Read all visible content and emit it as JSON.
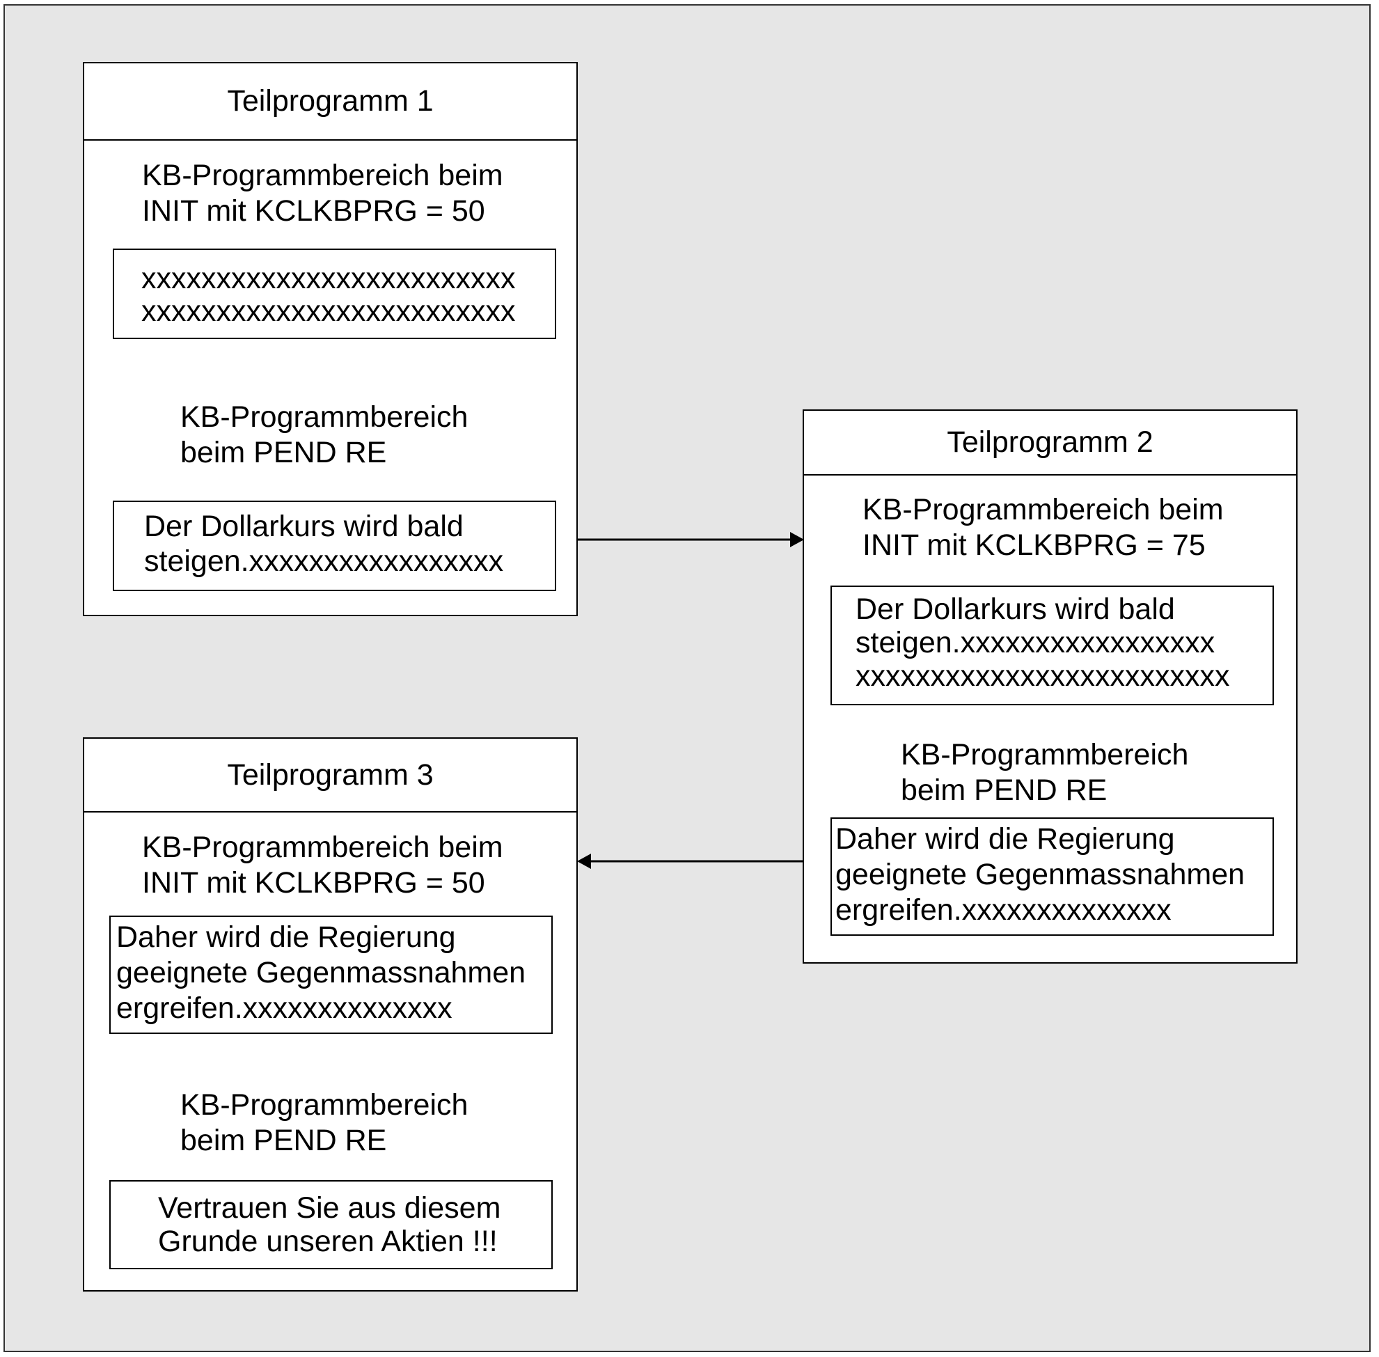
{
  "diagram": {
    "programs": [
      {
        "title": "Teilprogramm 1",
        "init_label": "KB-Programmbereich beim\nINIT mit KCLKBPRG = 50",
        "init_content": "xxxxxxxxxxxxxxxxxxxxxxxxx\nxxxxxxxxxxxxxxxxxxxxxxxxx",
        "pend_label": "KB-Programmbereich\nbeim PEND RE",
        "pend_content": "Der Dollarkurs wird bald\nsteigen.xxxxxxxxxxxxxxxxx"
      },
      {
        "title": "Teilprogramm 2",
        "init_label": "KB-Programmbereich beim\nINIT mit KCLKBPRG = 75",
        "init_content": "Der Dollarkurs wird bald\nsteigen.xxxxxxxxxxxxxxxxx\nxxxxxxxxxxxxxxxxxxxxxxxxx",
        "pend_label": "KB-Programmbereich\nbeim PEND RE",
        "pend_content": "Daher wird die Regierung\ngeeignete Gegenmassnahmen\nergreifen.xxxxxxxxxxxxxx"
      },
      {
        "title": "Teilprogramm 3",
        "init_label": "KB-Programmbereich beim\nINIT mit KCLKBPRG = 50",
        "init_content": "Daher wird die Regierung\ngeeignete Gegenmassnahmen\nergreifen.xxxxxxxxxxxxxx",
        "pend_label": "KB-Programmbereich\nbeim PEND RE",
        "pend_content": "Vertrauen Sie aus diesem\nGrunde unseren Aktien !!!"
      }
    ]
  }
}
